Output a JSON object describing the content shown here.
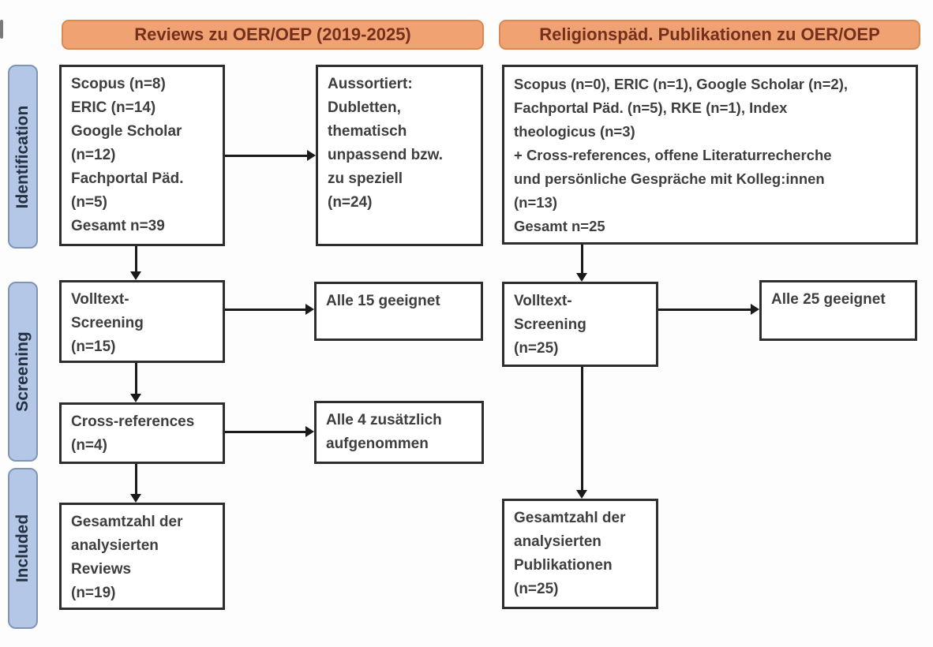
{
  "headers": {
    "left": "Reviews zu OER/OEP (2019-2025)",
    "right": "Religionspäd. Publikationen zu OER/OEP"
  },
  "stages": {
    "identification": "Identification",
    "screening": "Screening",
    "included": "Included"
  },
  "boxes": {
    "left_sources": {
      "lines": [
        "Scopus (n=8)",
        "ERIC (n=14)",
        "Google Scholar",
        "(n=12)",
        "Fachportal Päd.",
        "(n=5)",
        "Gesamt n=39"
      ]
    },
    "left_excluded": {
      "lines": [
        "Aussortiert:",
        "Dubletten,",
        "thematisch",
        "unpassend bzw.",
        "zu speziell",
        "(n=24)"
      ]
    },
    "left_fulltext": {
      "lines": [
        "Volltext-",
        "Screening",
        "(n=15)"
      ]
    },
    "left_eligible": {
      "lines": [
        "Alle 15 geeignet"
      ]
    },
    "left_crossref": {
      "lines": [
        "Cross-references",
        "(n=4)"
      ]
    },
    "left_added": {
      "lines": [
        "Alle 4 zusätzlich",
        "aufgenommen"
      ]
    },
    "left_total": {
      "lines": [
        "Gesamtzahl der",
        "analysierten",
        "Reviews",
        "(n=19)"
      ]
    },
    "right_sources": {
      "lines": [
        "Scopus (n=0), ERIC (n=1), Google Scholar (n=2),",
        "Fachportal Päd. (n=5), RKE (n=1), Index",
        "theologicus (n=3)",
        "+ Cross-references, offene Literaturrecherche",
        "und persönliche Gespräche mit Kolleg:innen",
        "(n=13)",
        "Gesamt n=25"
      ]
    },
    "right_fulltext": {
      "lines": [
        "Volltext-",
        "Screening",
        "(n=25)"
      ]
    },
    "right_eligible": {
      "lines": [
        "Alle 25 geeignet"
      ]
    },
    "right_total": {
      "lines": [
        "Gesamtzahl der",
        "analysierten",
        "Publikationen",
        "(n=25)"
      ]
    }
  },
  "colors": {
    "header_fill": "#F0A273",
    "header_border": "#D88A52",
    "header_text": "#74301C",
    "stage_tab_fill": "#B4C7E7",
    "stage_tab_border": "#7E95B8",
    "stage_tab_text": "#243140",
    "box_border": "#2E2E2E",
    "box_text": "#3E3E3E",
    "arrow": "#1A1A1A",
    "background": "#FDFDFD"
  }
}
